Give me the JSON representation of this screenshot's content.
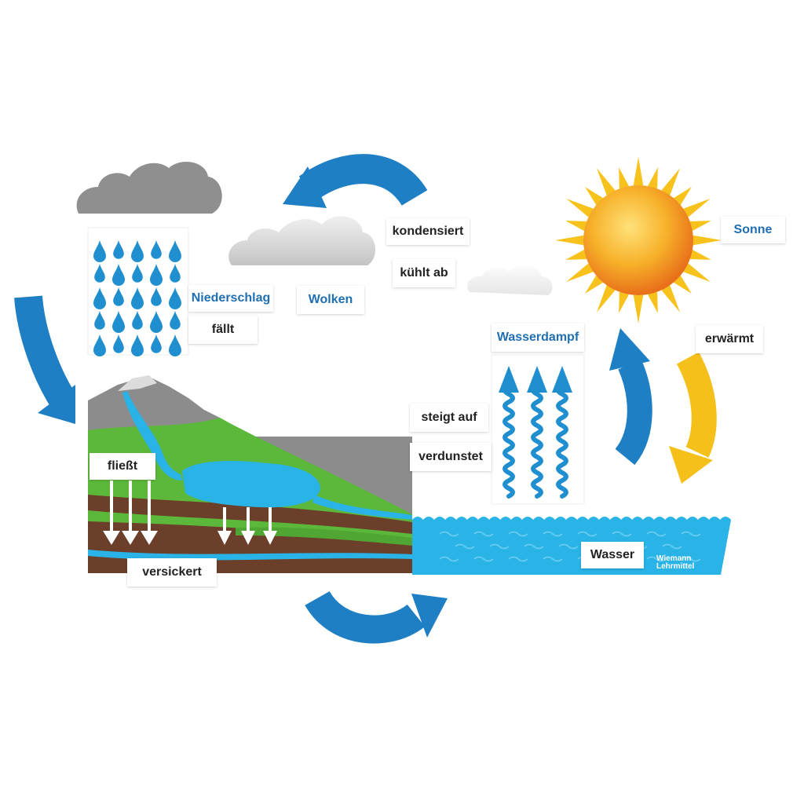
{
  "labels": {
    "niederschlag": "Niederschlag",
    "faellt": "fällt",
    "wolken": "Wolken",
    "kondensiert": "kondensiert",
    "kuehlt_ab": "kühlt ab",
    "sonne": "Sonne",
    "erwaermt": "erwärmt",
    "wasserdampf": "Wasserdampf",
    "steigt_auf": "steigt auf",
    "verdunstet": "verdunstet",
    "fliesst": "fließt",
    "versickert": "versickert",
    "wasser": "Wasser"
  },
  "logo": {
    "line1": "Wiemann",
    "line2": "Lehrmittel"
  },
  "colors": {
    "arrow_blue": "#1f7fc4",
    "arrow_yellow": "#f5c01a",
    "water": "#29b3e6",
    "label_term": "#1f6fb2",
    "grass": "#5cb83a",
    "soil": "#6b3f2a",
    "mountain": "#8c8c8c",
    "sun": "#f39a1e",
    "raincloud": "#8f8f8f"
  },
  "icons": [
    "rain-cloud-icon",
    "raindrop-icon",
    "cloud-icon",
    "sun-icon",
    "vapor-wave-icon",
    "cycle-arrow-icon"
  ]
}
